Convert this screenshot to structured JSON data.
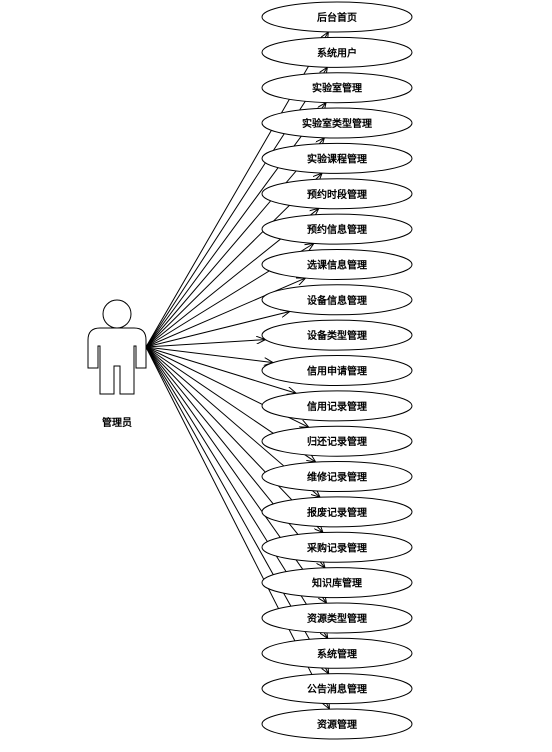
{
  "actor": {
    "label": "管理员"
  },
  "use_cases": [
    "后台首页",
    "系统用户",
    "实验室管理",
    "实验室类型管理",
    "实验课程管理",
    "预约时段管理",
    "预约信息管理",
    "选课信息管理",
    "设备信息管理",
    "设备类型管理",
    "信用申请管理",
    "信用记录管理",
    "归还记录管理",
    "维修记录管理",
    "报废记录管理",
    "采购记录管理",
    "知识库管理",
    "资源类型管理",
    "系统管理",
    "公告消息管理",
    "资源管理"
  ]
}
